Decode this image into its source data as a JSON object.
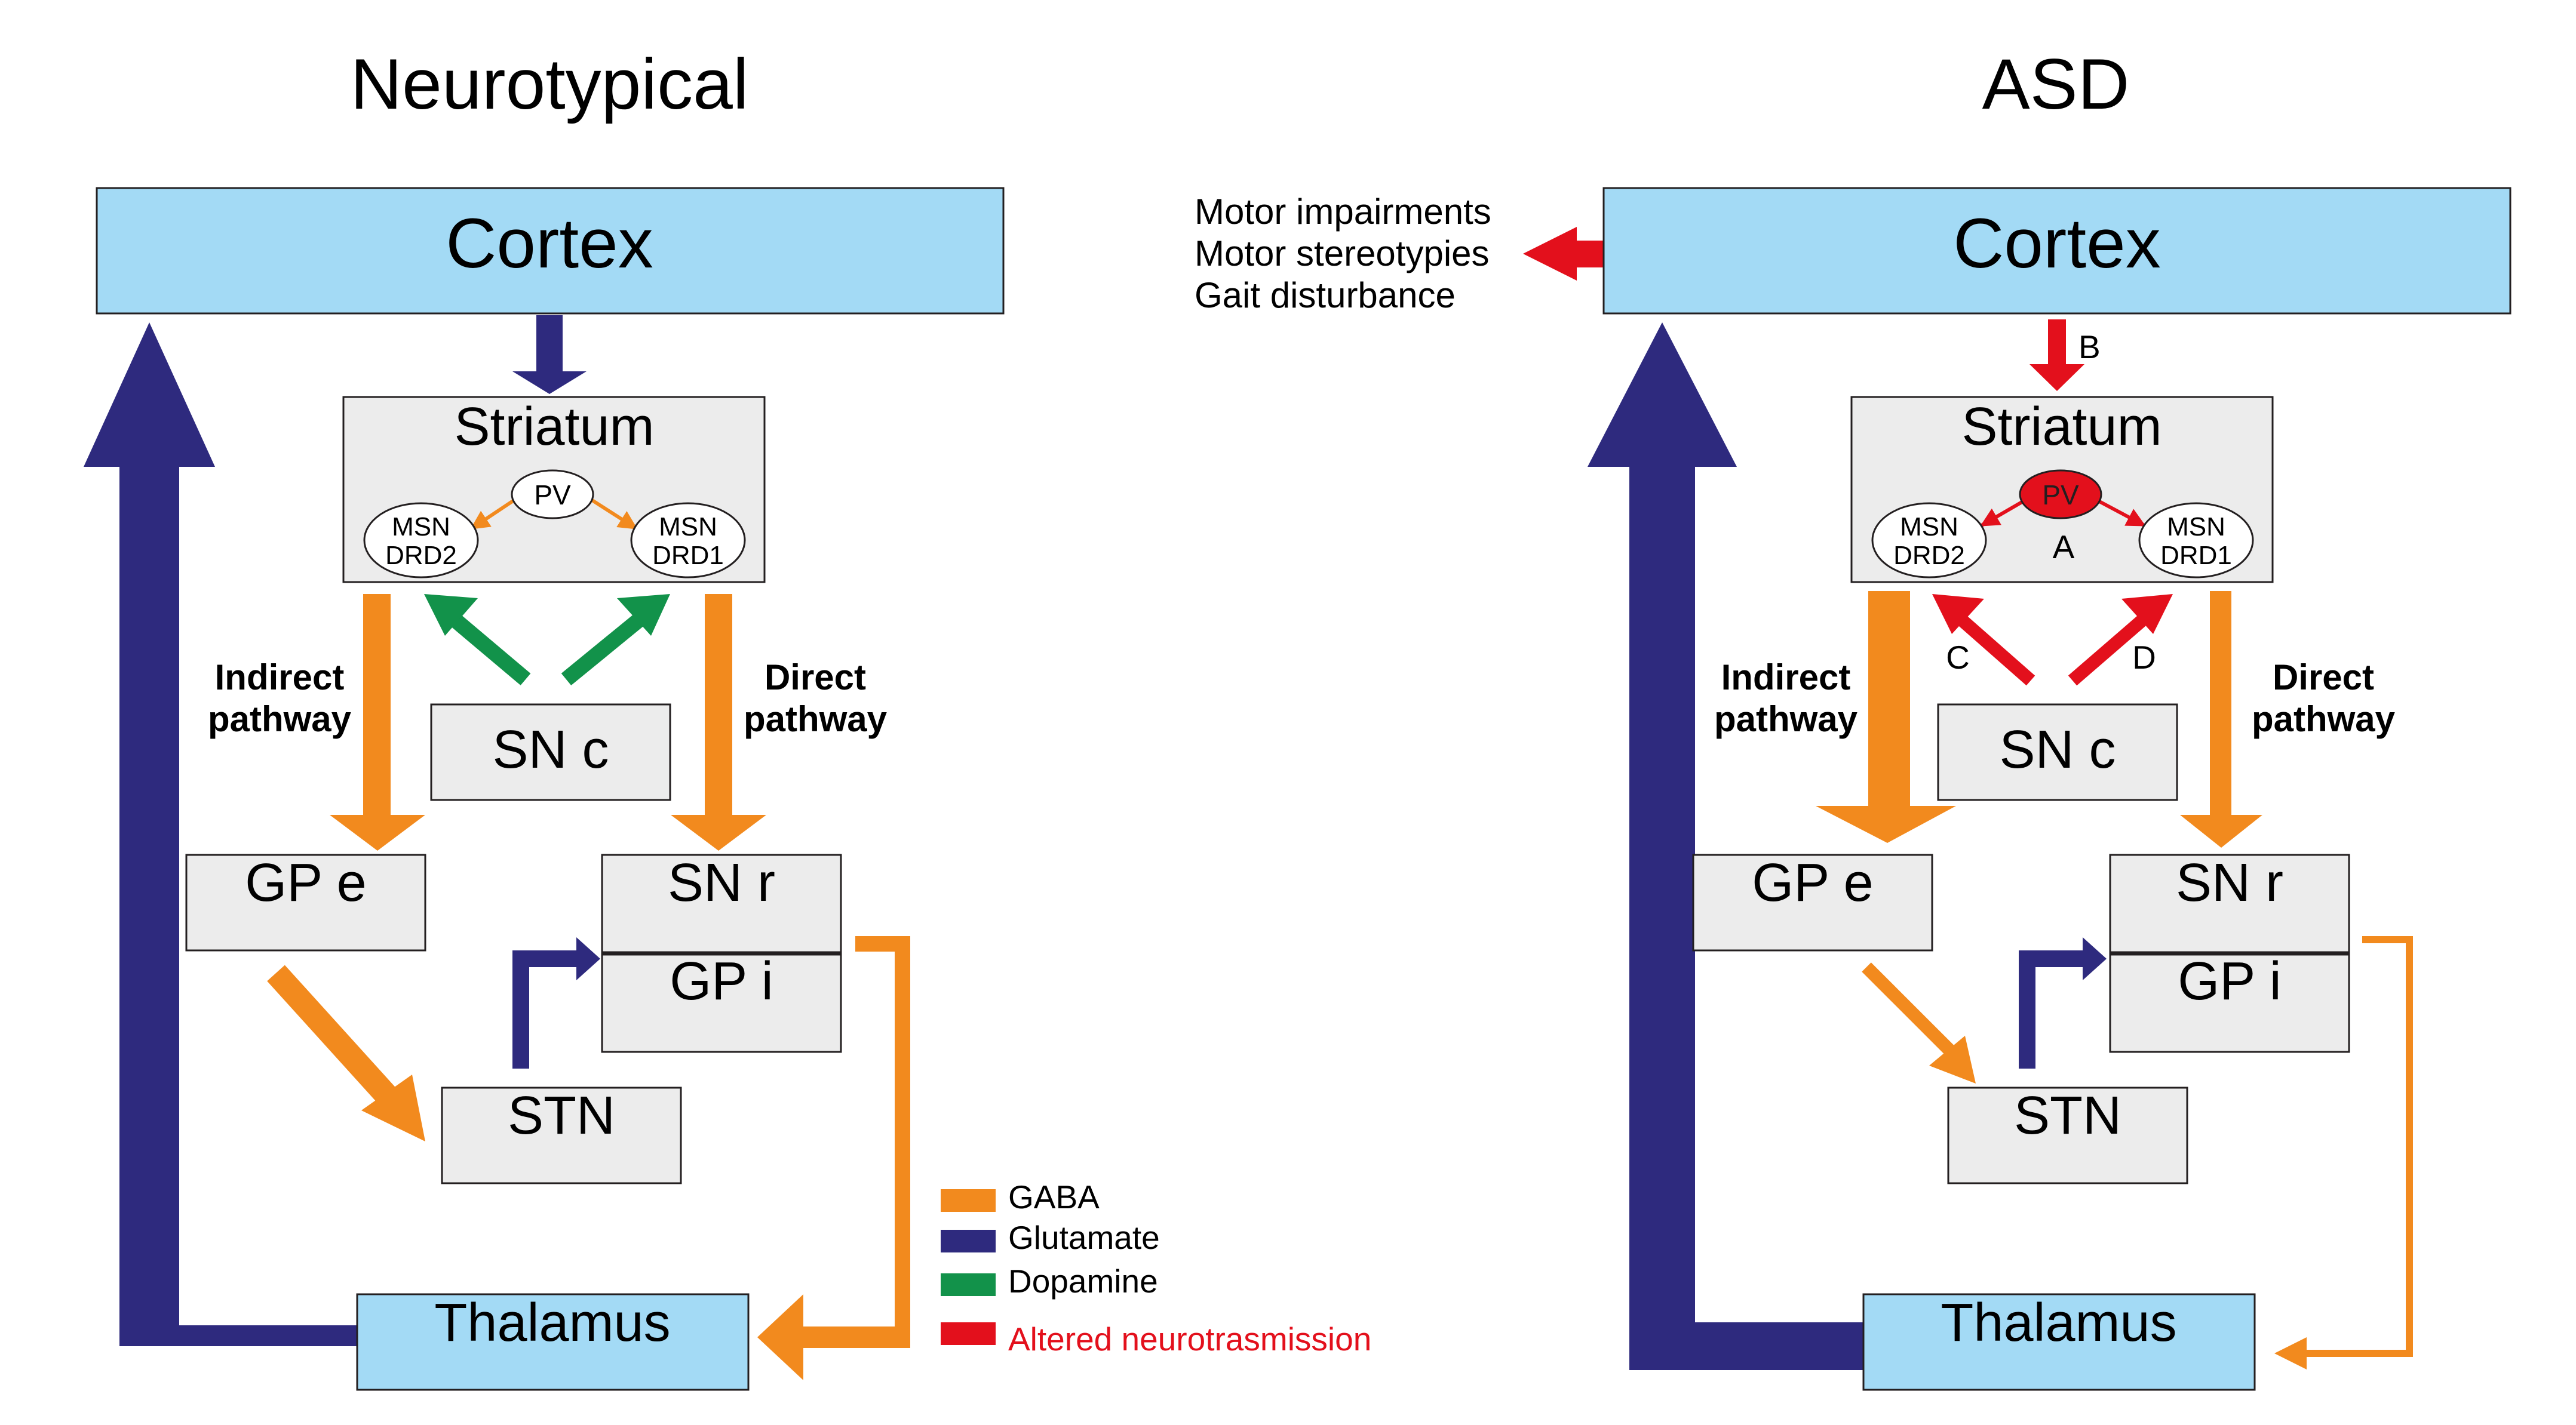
{
  "colors": {
    "gaba": "#f28a1e",
    "glutamate": "#2e2a7e",
    "dopamine": "#12924a",
    "altered": "#e3101c",
    "box_blue": "#a3daf5",
    "box_gray": "#ececec",
    "stroke": "#231f20",
    "legend_red_text": "#e3101c"
  },
  "panels": [
    {
      "title": "Neurotypical",
      "cortex": "Cortex",
      "striatum": "Striatum",
      "pv": "PV",
      "msn_drd2_line1": "MSN",
      "msn_drd2_line2": "DRD2",
      "msn_drd1_line1": "MSN",
      "msn_drd1_line2": "DRD1",
      "indirect_line1": "Indirect",
      "indirect_line2": "pathway",
      "direct_line1": "Direct",
      "direct_line2": "pathway",
      "snc": "SN c",
      "gpe": "GP e",
      "snr": "SN r",
      "gpi": "GP i",
      "stn": "STN",
      "thalamus": "Thalamus"
    },
    {
      "title": "ASD",
      "cortex": "Cortex",
      "striatum": "Striatum",
      "pv": "PV",
      "msn_drd2_line1": "MSN",
      "msn_drd2_line2": "DRD2",
      "msn_drd1_line1": "MSN",
      "msn_drd1_line2": "DRD1",
      "indirect_line1": "Indirect",
      "indirect_line2": "pathway",
      "direct_line1": "Direct",
      "direct_line2": "pathway",
      "snc": "SN c",
      "gpe": "GP e",
      "snr": "SN r",
      "gpi": "GP i",
      "stn": "STN",
      "thalamus": "Thalamus",
      "label_a": "A",
      "label_b": "B",
      "label_c": "C",
      "label_d": "D"
    }
  ],
  "motor_outputs": [
    "Motor impairments",
    "Motor stereotypies",
    "Gait disturbance"
  ],
  "legend": [
    {
      "label": "GABA",
      "color": "#f28a1e"
    },
    {
      "label": "Glutamate",
      "color": "#2e2a7e"
    },
    {
      "label": "Dopamine",
      "color": "#12924a"
    },
    {
      "label": "Altered neurotrasmission",
      "color": "#e3101c"
    }
  ]
}
